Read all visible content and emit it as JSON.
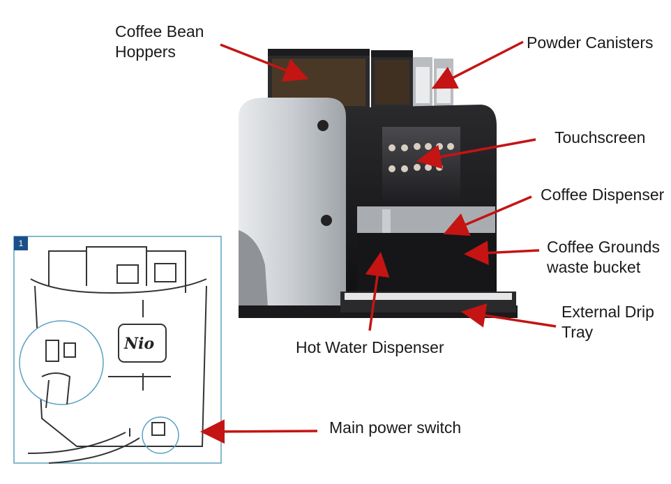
{
  "labels": {
    "coffee_bean_hoppers_1": "Coffee Bean",
    "coffee_bean_hoppers_2": "Hoppers",
    "powder_canisters": "Powder Canisters",
    "touchscreen": "Touchscreen",
    "coffee_dispenser": "Coffee Dispenser",
    "grounds_bucket_1": "Coffee Grounds",
    "grounds_bucket_2": "waste bucket",
    "drip_tray_1": "External Drip",
    "drip_tray_2": "Tray",
    "hot_water": "Hot Water Dispenser",
    "power_switch": "Main power switch"
  },
  "inset": {
    "number": "1",
    "logo": "Nio"
  },
  "colors": {
    "arrow": "#c41414",
    "inset_border": "#5aa0c0",
    "inset_badge": "#1a4f8a"
  }
}
